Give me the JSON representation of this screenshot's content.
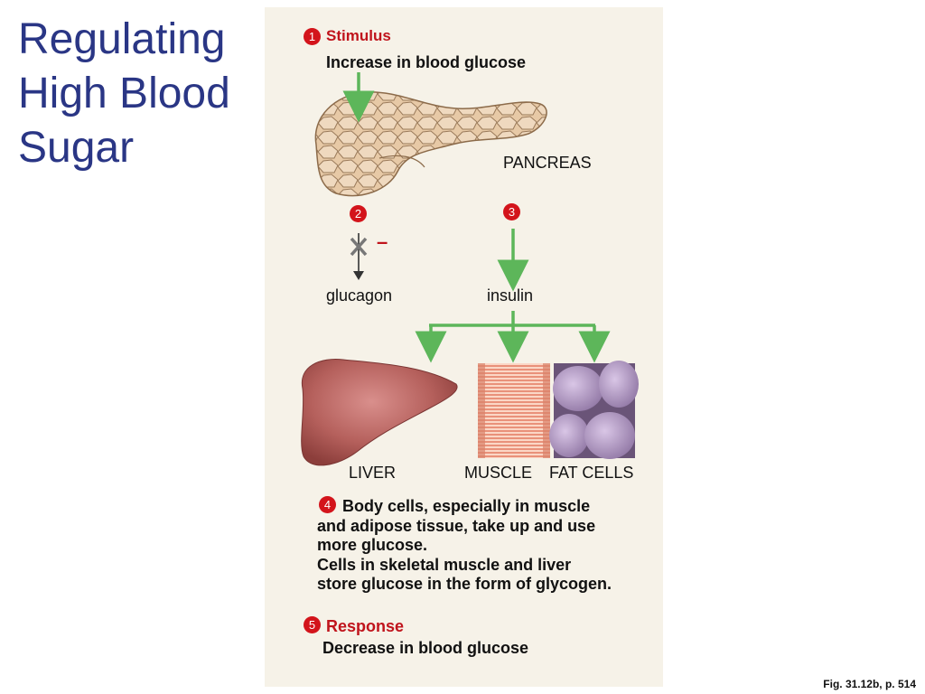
{
  "title": {
    "lines": [
      "Regulating",
      "High Blood",
      "Sugar"
    ]
  },
  "diagram": {
    "step1": {
      "number": "1",
      "label": "Stimulus",
      "text": "Increase in blood glucose"
    },
    "pancreas_label": "PANCREAS",
    "step2": {
      "number": "2",
      "inhibit_sign": "–",
      "label": "glucagon"
    },
    "step3": {
      "number": "3",
      "label": "insulin"
    },
    "targets": {
      "liver": "LIVER",
      "muscle": "MUSCLE",
      "fat": "FAT CELLS"
    },
    "step4": {
      "number": "4",
      "lines": [
        "Body cells, especially in muscle",
        "and adipose tissue, take up and use",
        "more glucose.",
        "Cells in skeletal muscle and liver",
        "store glucose in the form of glycogen."
      ]
    },
    "step5": {
      "number": "5",
      "label": "Response",
      "text": "Decrease in blood glucose"
    }
  },
  "figure_ref": "Fig. 31.12b, p. 514",
  "colors": {
    "title": "#2a3685",
    "badge": "#d3141b",
    "arrow_green": "#5db65a",
    "panel": "#f6f2e8"
  }
}
